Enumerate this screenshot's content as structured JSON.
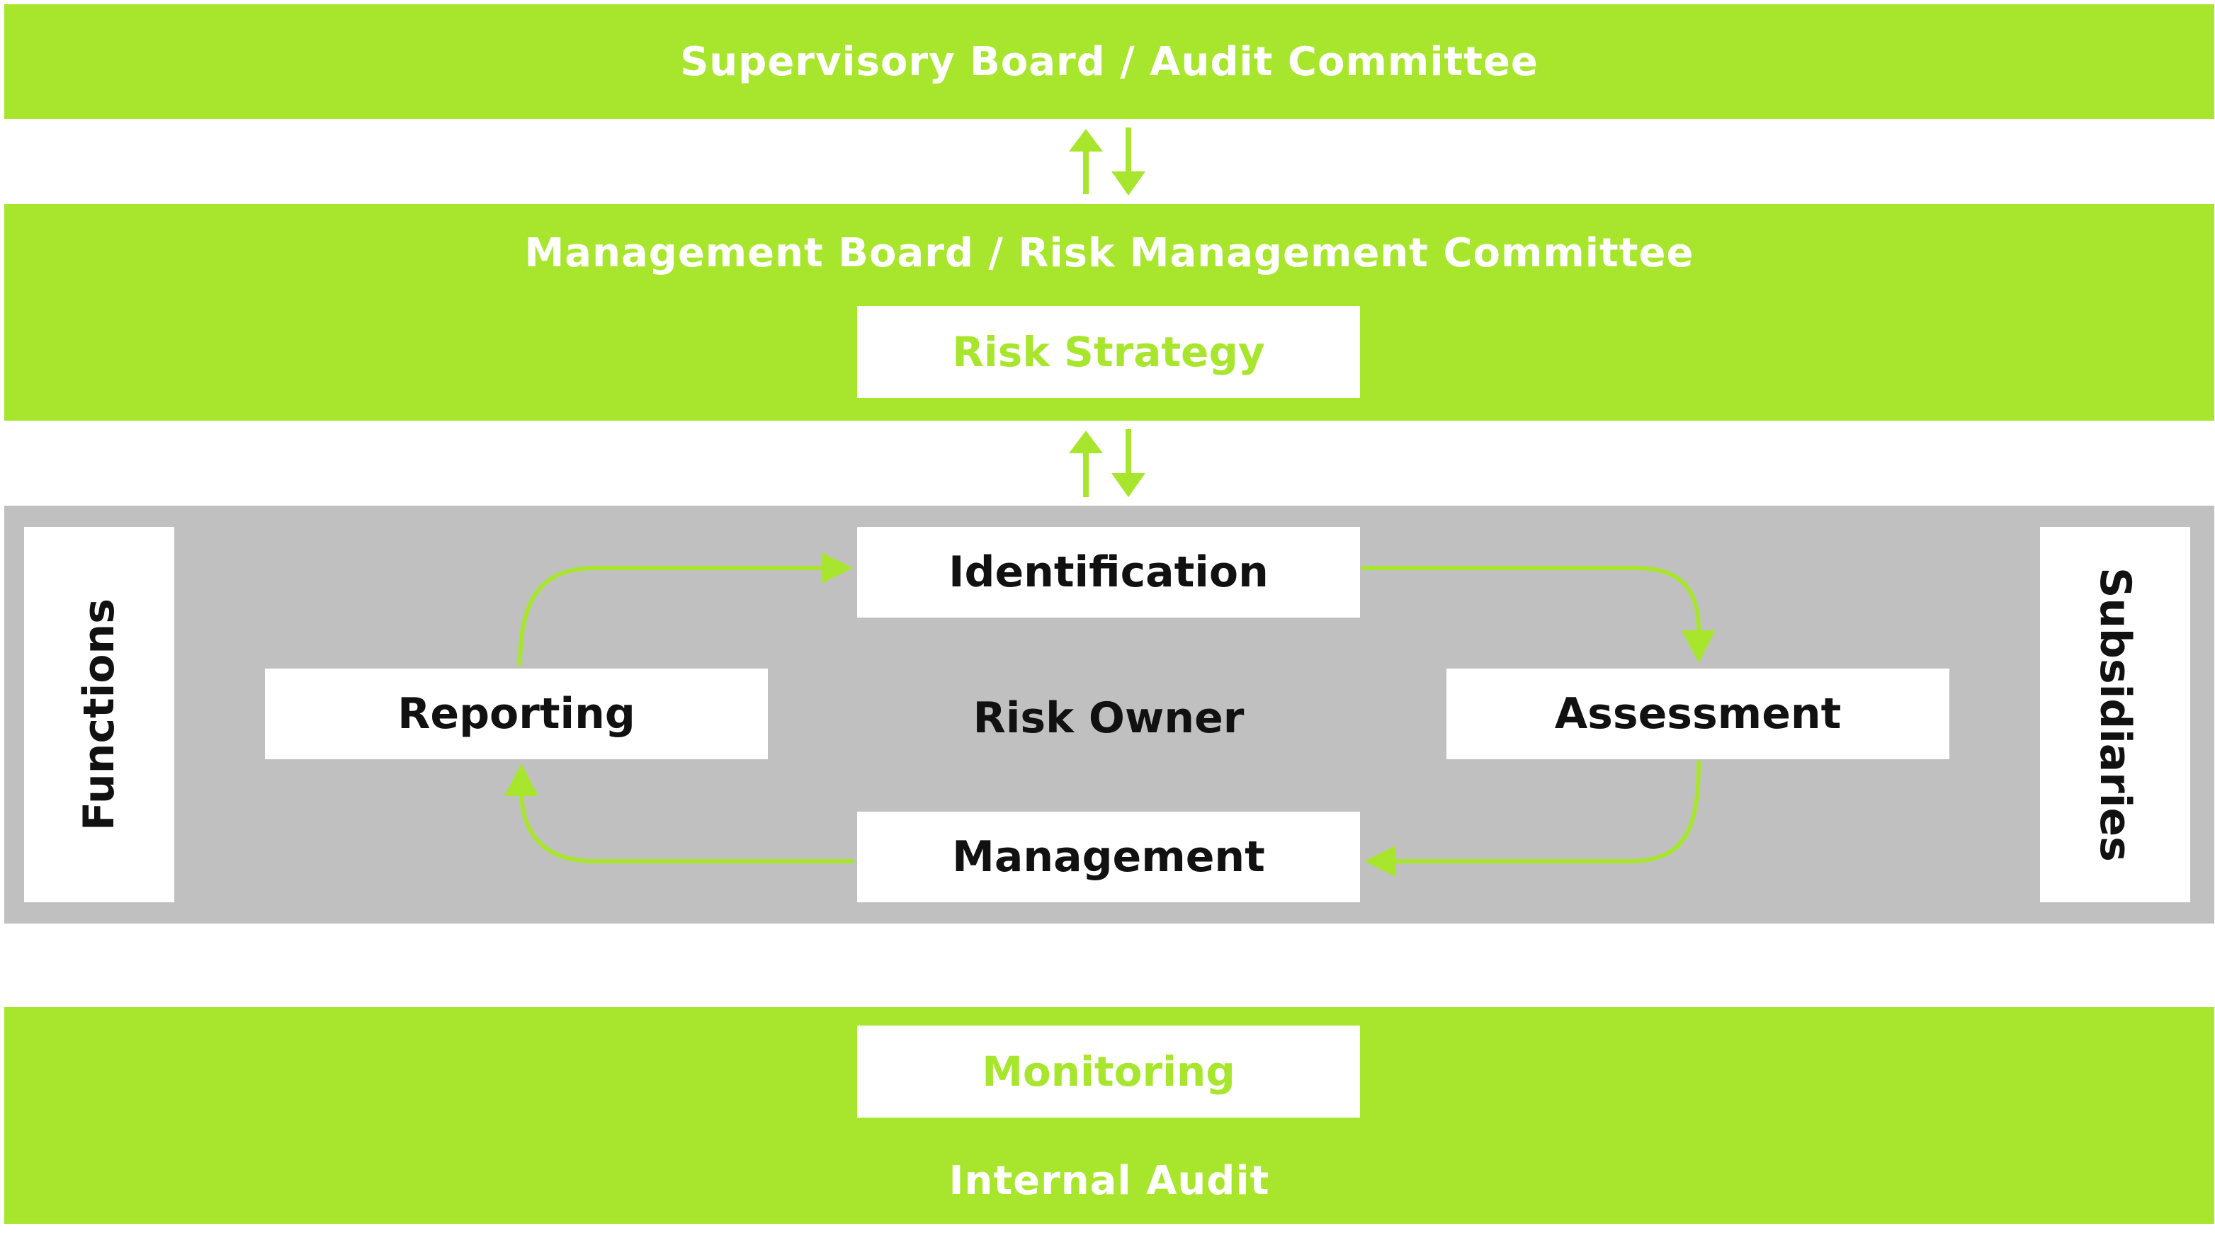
{
  "colors": {
    "accent": "#a8e62e",
    "panel": "#c0c0c0",
    "box": "#ffffff",
    "text": "#111111"
  },
  "top": {
    "title": "Supervisory Board / Audit Committee"
  },
  "middle": {
    "title": "Management Board / Risk Management Committee",
    "strategy": "Risk Strategy"
  },
  "process": {
    "left": "Functions",
    "right": "Subsidiaries",
    "center": "Risk Owner",
    "steps": {
      "identification": "Identification",
      "assessment": "Assessment",
      "management": "Management",
      "reporting": "Reporting"
    }
  },
  "bottom": {
    "monitoring": "Monitoring",
    "title": "Internal Audit"
  }
}
